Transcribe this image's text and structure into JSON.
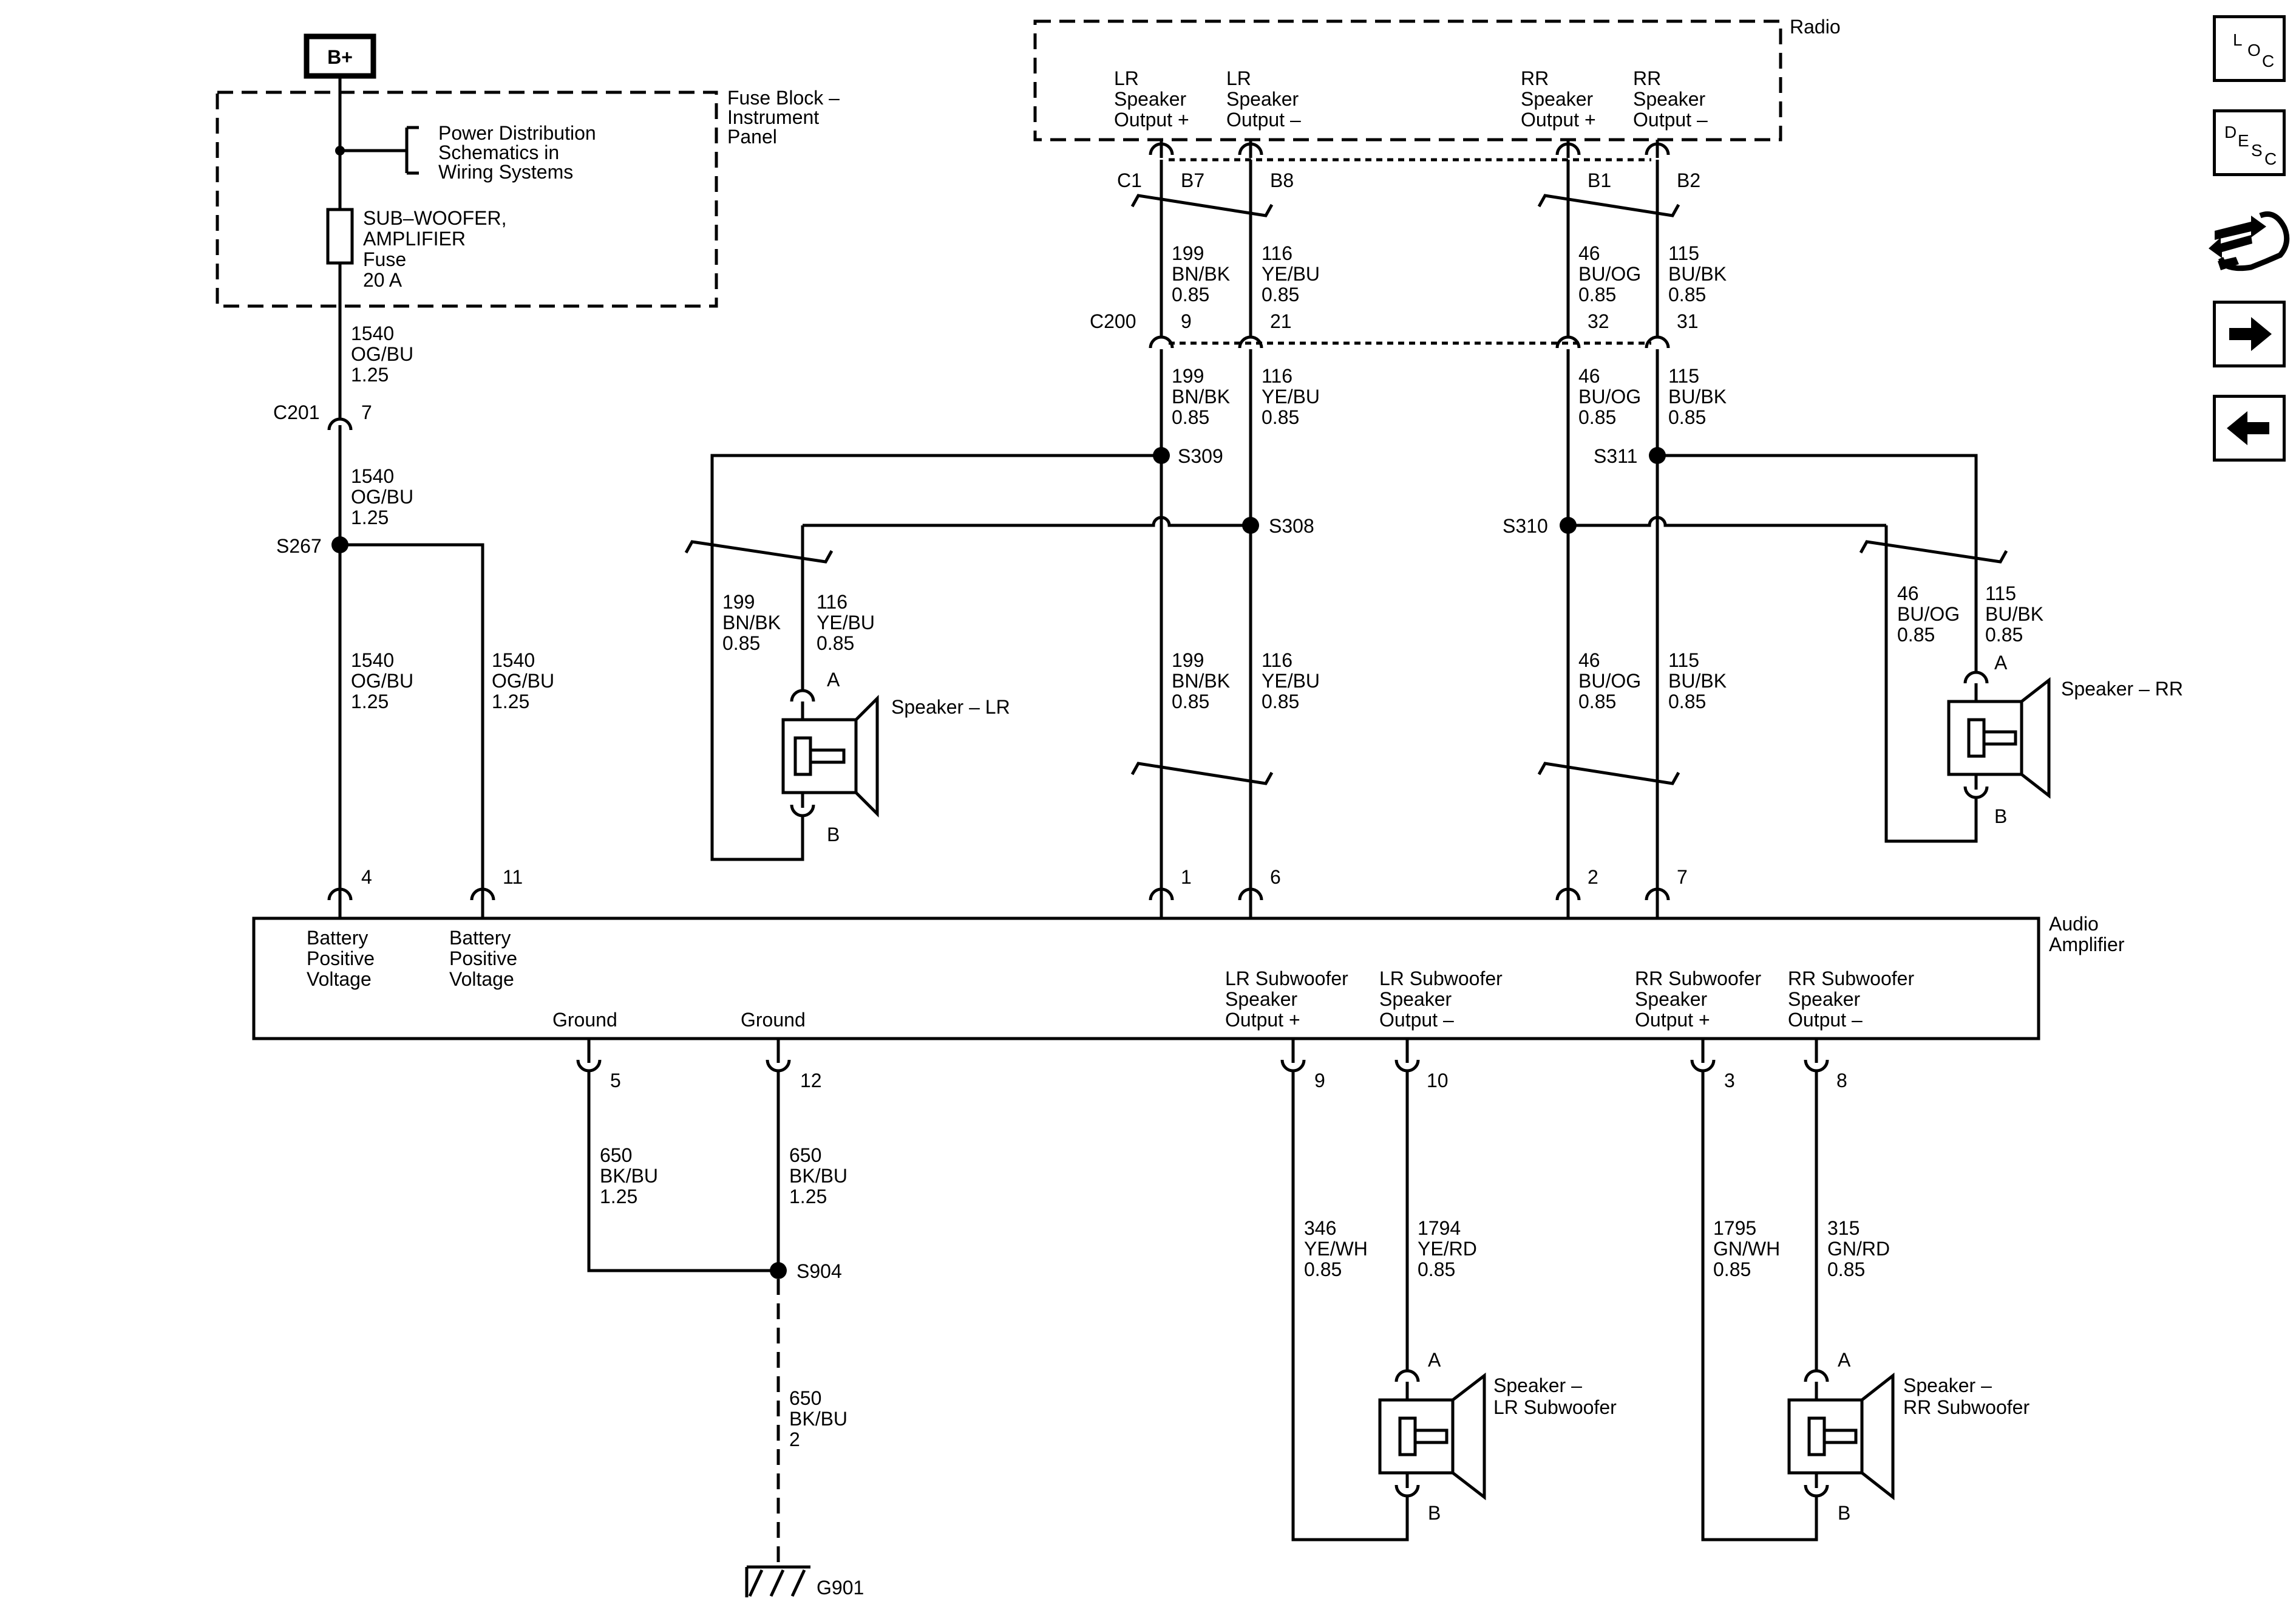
{
  "power": {
    "bplus": "B+"
  },
  "fuse_block": {
    "title": [
      "Fuse Block –",
      "Instrument",
      "Panel"
    ],
    "power_dist": [
      "Power Distribution",
      "Schematics in",
      "Wiring Systems"
    ],
    "fuse": [
      "SUB–WOOFER,",
      "AMPLIFIER",
      "Fuse",
      "20 A"
    ]
  },
  "radio": {
    "title": "Radio",
    "lr_pos": [
      "LR",
      "Speaker",
      "Output +"
    ],
    "lr_neg": [
      "LR",
      "Speaker",
      "Output –"
    ],
    "rr_pos": [
      "RR",
      "Speaker",
      "Output +"
    ],
    "rr_neg": [
      "RR",
      "Speaker",
      "Output –"
    ],
    "connector": "C1",
    "pins": [
      "B7",
      "B8",
      "B1",
      "B2"
    ]
  },
  "connectors": {
    "c200": "C200",
    "c201": "C201",
    "c200_pins": [
      "9",
      "21",
      "32",
      "31"
    ],
    "c201_pin": "7"
  },
  "splices": {
    "s267": "S267",
    "s308": "S308",
    "s309": "S309",
    "s310": "S310",
    "s311": "S311",
    "s904": "S904"
  },
  "ground": {
    "g901": "G901"
  },
  "wires": {
    "w1540": [
      "1540",
      "OG/BU",
      "1.25"
    ],
    "w199": [
      "199",
      "BN/BK",
      "0.85"
    ],
    "w116": [
      "116",
      "YE/BU",
      "0.85"
    ],
    "w46": [
      "46",
      "BU/OG",
      "0.85"
    ],
    "w115": [
      "115",
      "BU/BK",
      "0.85"
    ],
    "w650": [
      "650",
      "BK/BU",
      "1.25"
    ],
    "w650g": [
      "650",
      "BK/BU",
      "2"
    ],
    "w346": [
      "346",
      "YE/WH",
      "0.85"
    ],
    "w1794": [
      "1794",
      "YE/RD",
      "0.85"
    ],
    "w1795": [
      "1795",
      "GN/WH",
      "0.85"
    ],
    "w315": [
      "315",
      "GN/RD",
      "0.85"
    ]
  },
  "amplifier": {
    "title": [
      "Audio",
      "Amplifier"
    ],
    "battery": [
      "Battery",
      "Positive",
      "Voltage"
    ],
    "ground": "Ground",
    "lr_sub_pos": [
      "LR Subwoofer",
      "Speaker",
      "Output +"
    ],
    "lr_sub_neg": [
      "LR Subwoofer",
      "Speaker",
      "Output –"
    ],
    "rr_sub_pos": [
      "RR Subwoofer",
      "Speaker",
      "Output +"
    ],
    "rr_sub_neg": [
      "RR Subwoofer",
      "Speaker",
      "Output –"
    ],
    "top_pins": [
      "4",
      "11",
      "1",
      "6",
      "2",
      "7"
    ],
    "bottom_pins": [
      "5",
      "12",
      "9",
      "10",
      "3",
      "8"
    ]
  },
  "speakers": {
    "lr": "Speaker – LR",
    "rr": "Speaker – RR",
    "lr_sub": [
      "Speaker –",
      "LR Subwoofer"
    ],
    "rr_sub": [
      "Speaker –",
      "RR Subwoofer"
    ],
    "pin_a": "A",
    "pin_b": "B"
  },
  "nav": {
    "loc": [
      "L",
      "O",
      "C"
    ],
    "desc": [
      "D",
      "E",
      "S",
      "C"
    ],
    "icons": [
      "loc-icon",
      "desc-icon",
      "connector-tool-icon",
      "arrow-right-icon",
      "arrow-left-icon"
    ]
  }
}
